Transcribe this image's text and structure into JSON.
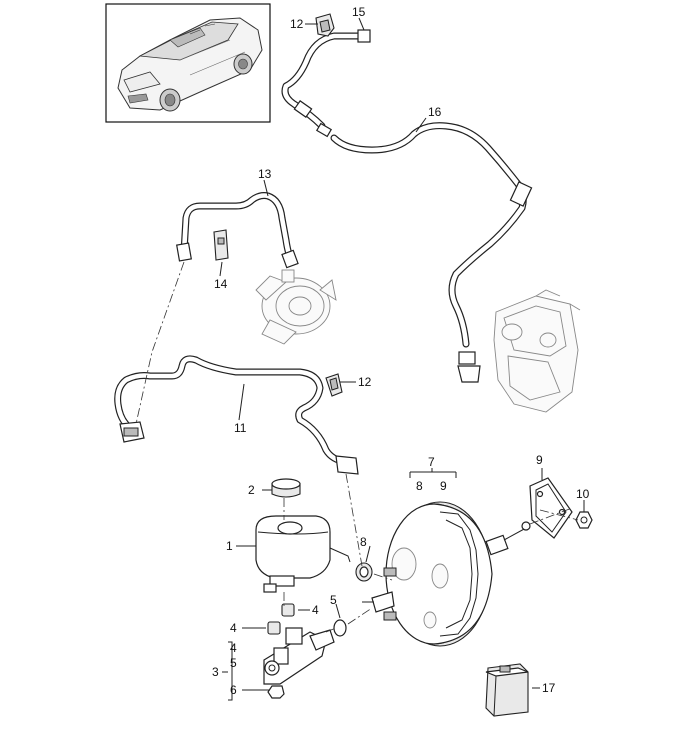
{
  "callouts": {
    "c1": "1",
    "c2": "2",
    "c3": "3",
    "c4a": "4",
    "c4b": "4",
    "c4c": "4",
    "c5a": "5",
    "c5b": "5",
    "c6": "6",
    "c7": "7",
    "c8a": "8",
    "c8b": "8",
    "c9a": "9",
    "c9b": "9",
    "c10": "10",
    "c11": "11",
    "c12a": "12",
    "c12b": "12",
    "c13": "13",
    "c14": "14",
    "c15": "15",
    "c16": "16",
    "c17": "17"
  },
  "icons": {
    "vehicle": "suv-thumbnail-icon"
  }
}
